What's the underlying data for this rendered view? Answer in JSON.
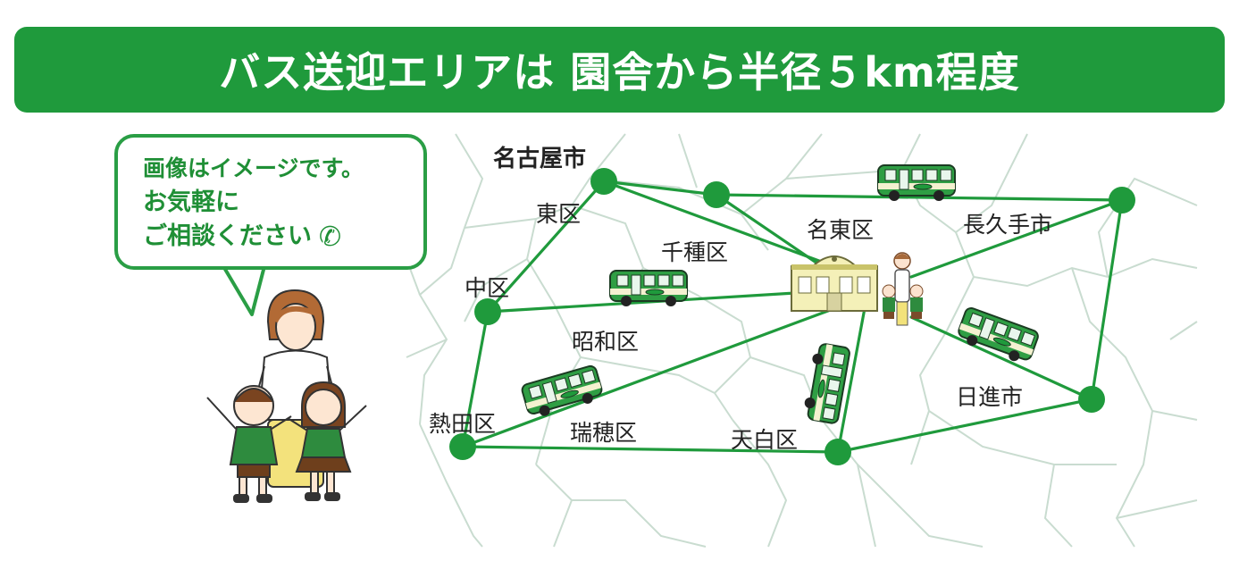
{
  "banner": {
    "title": "バス送迎エリアは 園舎から半径５km程度"
  },
  "bubble": {
    "line1": "画像はイメージです。",
    "line2": "お気軽に",
    "line3": "ご相談ください",
    "icon": "phone-icon"
  },
  "map": {
    "city_main": "名古屋市",
    "wards": {
      "higashi": "東区",
      "naka": "中区",
      "chikusa": "千種区",
      "showa": "昭和区",
      "atsuta": "熱田区",
      "mizuho": "瑞穂区",
      "tempaku": "天白区",
      "meito": "名東区"
    },
    "cities": {
      "nagakute": "長久手市",
      "nisshin": "日進市"
    },
    "route_color": "#1f9a3c",
    "boundary_color": "#c9dcd0"
  }
}
